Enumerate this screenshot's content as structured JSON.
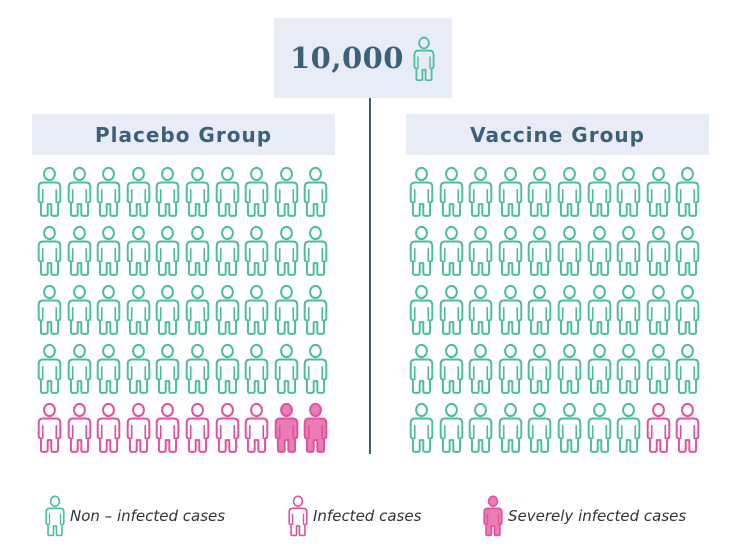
{
  "top": {
    "total": "10,000"
  },
  "groups": {
    "placebo": {
      "title": "Placebo Group",
      "rows": [
        [
          "non-infected",
          "non-infected",
          "non-infected",
          "non-infected",
          "non-infected",
          "non-infected",
          "non-infected",
          "non-infected",
          "non-infected",
          "non-infected"
        ],
        [
          "non-infected",
          "non-infected",
          "non-infected",
          "non-infected",
          "non-infected",
          "non-infected",
          "non-infected",
          "non-infected",
          "non-infected",
          "non-infected"
        ],
        [
          "non-infected",
          "non-infected",
          "non-infected",
          "non-infected",
          "non-infected",
          "non-infected",
          "non-infected",
          "non-infected",
          "non-infected",
          "non-infected"
        ],
        [
          "non-infected",
          "non-infected",
          "non-infected",
          "non-infected",
          "non-infected",
          "non-infected",
          "non-infected",
          "non-infected",
          "non-infected",
          "non-infected"
        ],
        [
          "infected",
          "infected",
          "infected",
          "infected",
          "infected",
          "infected",
          "infected",
          "infected",
          "severe",
          "severe"
        ]
      ]
    },
    "vaccine": {
      "title": "Vaccine Group",
      "rows": [
        [
          "non-infected",
          "non-infected",
          "non-infected",
          "non-infected",
          "non-infected",
          "non-infected",
          "non-infected",
          "non-infected",
          "non-infected",
          "non-infected"
        ],
        [
          "non-infected",
          "non-infected",
          "non-infected",
          "non-infected",
          "non-infected",
          "non-infected",
          "non-infected",
          "non-infected",
          "non-infected",
          "non-infected"
        ],
        [
          "non-infected",
          "non-infected",
          "non-infected",
          "non-infected",
          "non-infected",
          "non-infected",
          "non-infected",
          "non-infected",
          "non-infected",
          "non-infected"
        ],
        [
          "non-infected",
          "non-infected",
          "non-infected",
          "non-infected",
          "non-infected",
          "non-infected",
          "non-infected",
          "non-infected",
          "non-infected",
          "non-infected"
        ],
        [
          "non-infected",
          "non-infected",
          "non-infected",
          "non-infected",
          "non-infected",
          "non-infected",
          "non-infected",
          "non-infected",
          "infected",
          "infected"
        ]
      ]
    }
  },
  "legend": {
    "non_infected": "Non – infected cases",
    "infected": "Infected cases",
    "severe": "Severely infected cases"
  },
  "colors": {
    "non_infected": "#4dbd9b",
    "infected": "#e0529e",
    "severe_fill": "#ea7cb6",
    "header_bg": "#e8ecf6",
    "header_text": "#3d6079"
  },
  "icons": {
    "person": "person-icon"
  }
}
